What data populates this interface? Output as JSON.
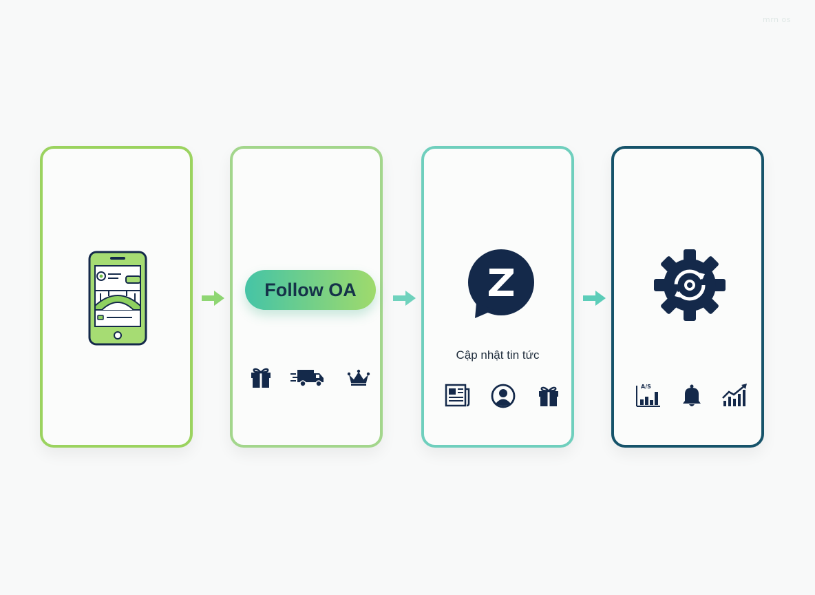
{
  "watermark": "mrn os",
  "steps": [
    {
      "id": "step-1",
      "icons": [
        "smartphone-app-icon"
      ]
    },
    {
      "id": "step-2",
      "button_label": "Follow OA",
      "icons": [
        "gift-icon",
        "delivery-truck-icon",
        "crown-icon"
      ]
    },
    {
      "id": "step-3",
      "caption": "Cập nhật tin tức",
      "icons": [
        "zalo-chat-icon",
        "newspaper-icon",
        "user-profile-icon",
        "gift-icon"
      ]
    },
    {
      "id": "step-4",
      "icons": [
        "gear-sync-icon",
        "ab-test-chart-icon",
        "bell-icon",
        "growth-chart-icon"
      ]
    }
  ],
  "colors": {
    "step1_border": "#9bd35f",
    "step2_border": "#a3d68c",
    "step3_border": "#6fcfbd",
    "step4_border": "#16536a",
    "icon_dark": "#14294a",
    "accent_green": "#8ed46a",
    "accent_teal": "#5ccdb9"
  }
}
